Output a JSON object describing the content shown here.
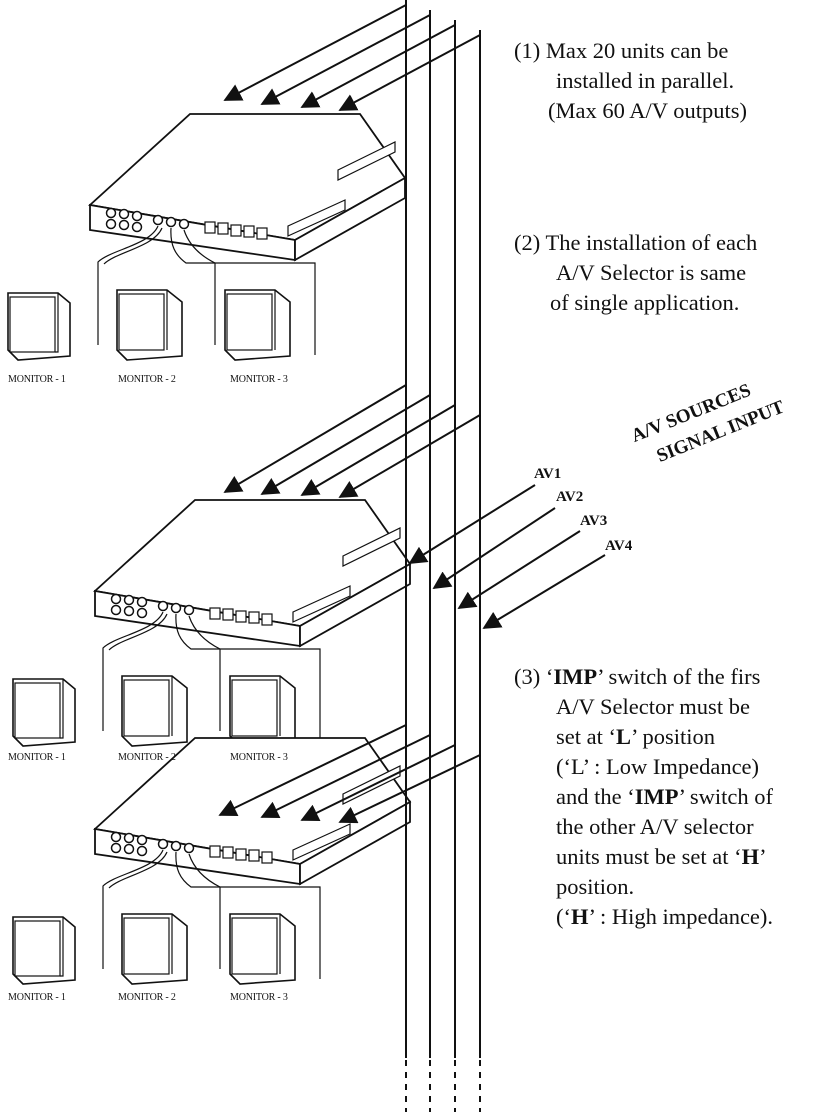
{
  "notes": {
    "n1": {
      "l1": "(1) Max 20 units can be",
      "l2": "installed in parallel.",
      "l3": "(Max 60 A/V outputs)"
    },
    "n2": {
      "l1": "(2) The installation of each",
      "l2": "A/V Selector is same",
      "l3": "of single application."
    },
    "n3": {
      "l1a": "(3) ‘",
      "l1b": "IMP",
      "l1c": "’ switch of the firs",
      "l2": "A/V Selector must be",
      "l3a": "set at ‘",
      "l3b": "L",
      "l3c": "’ position",
      "l4": "(‘L’ : Low Impedance)",
      "l5a": "and the ‘",
      "l5b": "IMP",
      "l5c": "’ switch of",
      "l6": "the other A/V selector",
      "l7a": "units must be set at ‘",
      "l7b": "H",
      "l7c": "’",
      "l8": "position.",
      "l9a": "(‘",
      "l9b": "H",
      "l9c": "’ : High impedance)."
    }
  },
  "sources": {
    "title_line1": "A/V SOURCES",
    "title_line2": "SIGNAL INPUT",
    "inputs": [
      "AV1",
      "AV2",
      "AV3",
      "AV4"
    ]
  },
  "monitors": [
    "MONITOR - 1",
    "MONITOR - 2",
    "MONITOR - 3"
  ],
  "unit_count": 3
}
